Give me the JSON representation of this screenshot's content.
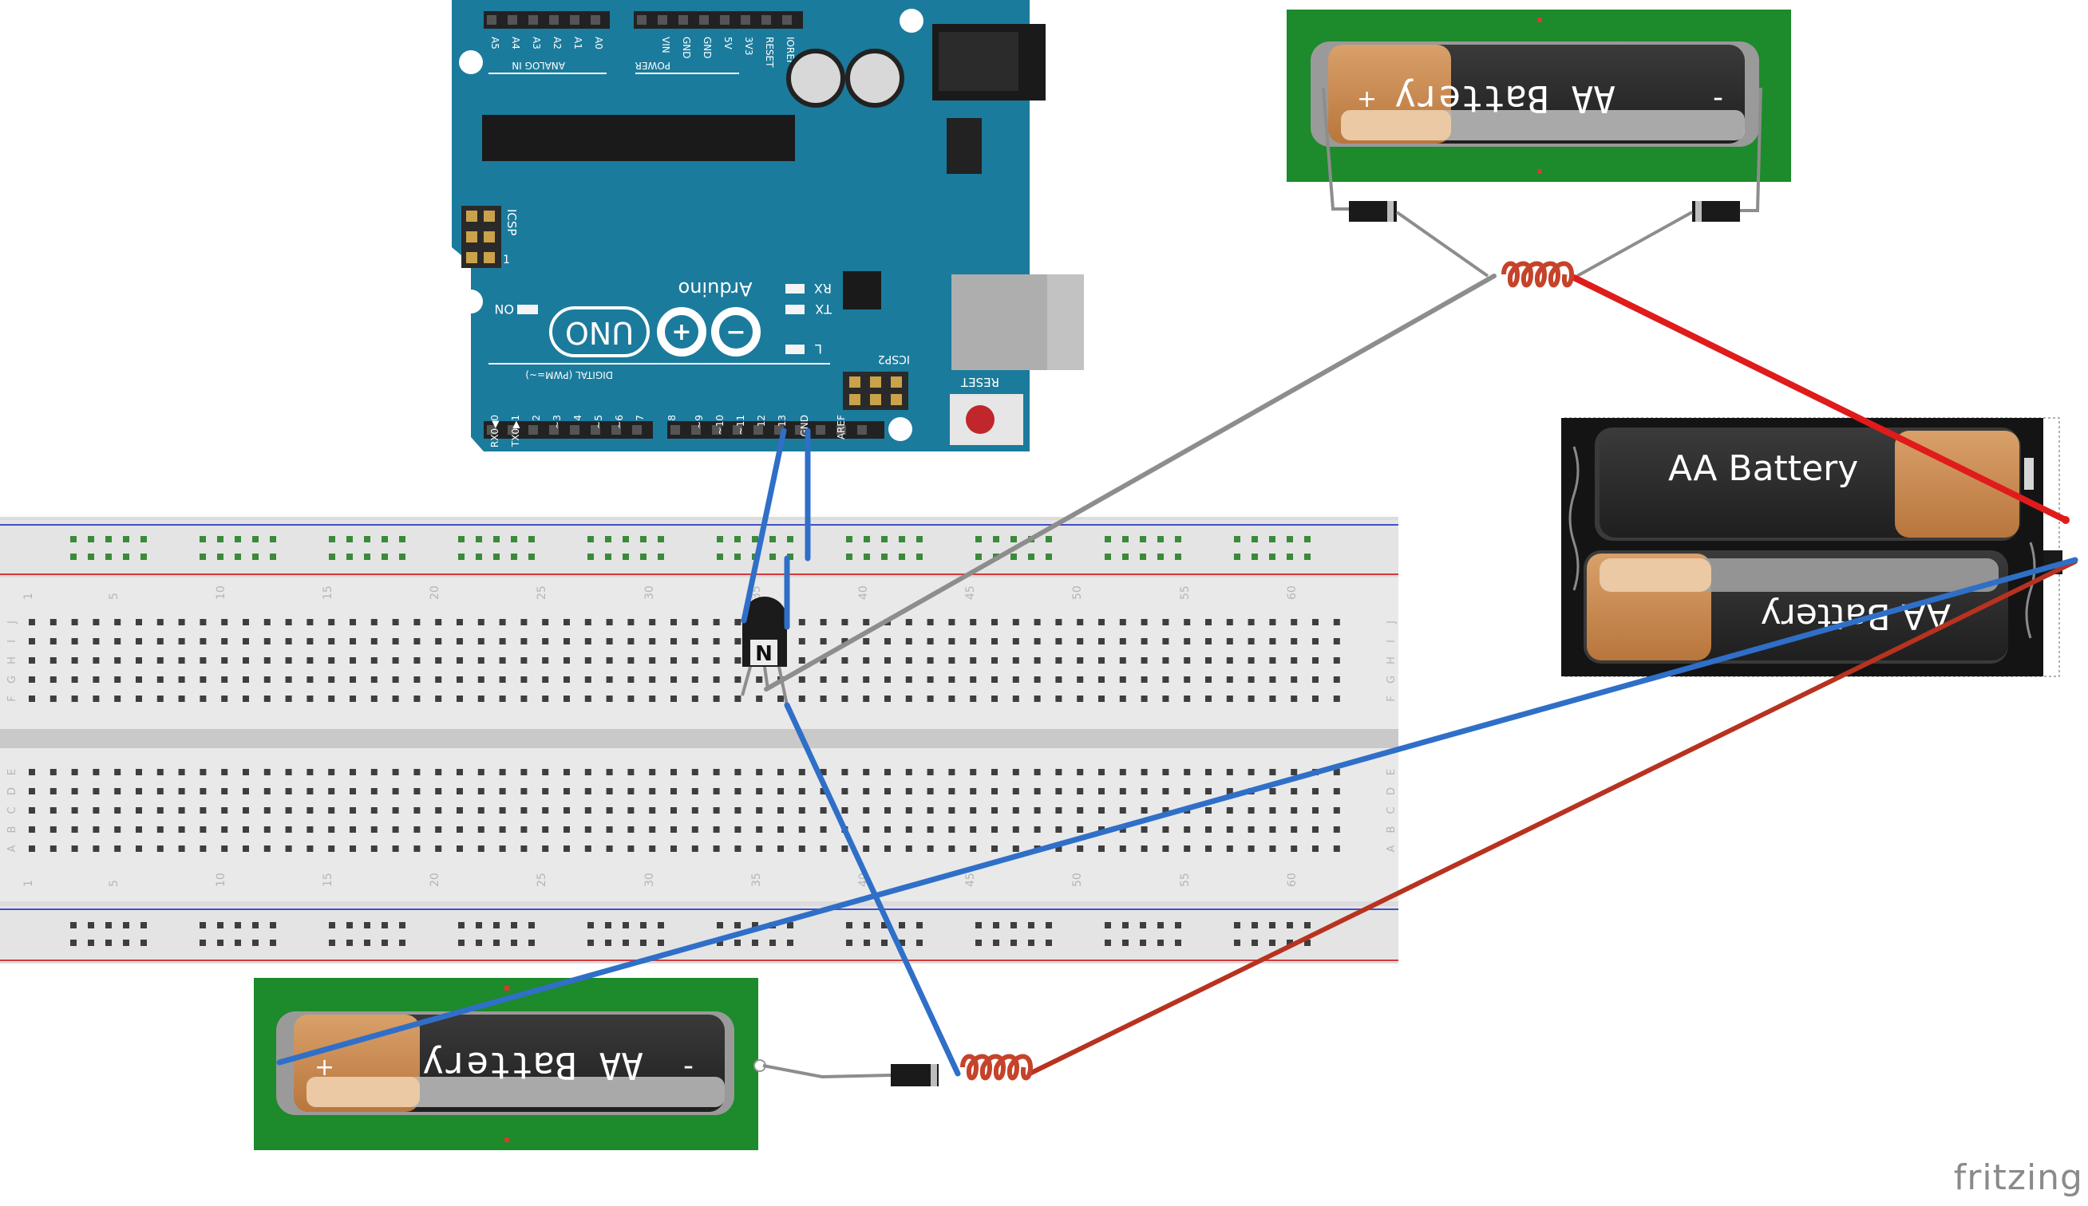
{
  "arduino": {
    "brand": "Arduino",
    "model": "UNO",
    "header_labels": {
      "analog_in": "ANALOG IN",
      "analog_pins": [
        "A0",
        "A1",
        "A2",
        "A3",
        "A4",
        "A5"
      ],
      "power": "POWER",
      "power_pins": [
        "IOREF",
        "RESET",
        "3V3",
        "5V",
        "GND",
        "GND",
        "VIN"
      ],
      "digital": "DIGITAL (PWM=~)",
      "digital_pins": [
        "AREF",
        "GND",
        "13",
        "12",
        "~11",
        "~10",
        "~9",
        "8",
        "7",
        "~6",
        "~5",
        "4",
        "~3",
        "2",
        "TX0▶1",
        "RX0◀0"
      ],
      "icsp": "ICSP",
      "icsp2": "ICSP2",
      "reset": "RESET",
      "on": "ON",
      "tx": "TX",
      "rx": "RX",
      "l": "L",
      "one": "1"
    }
  },
  "breadboard": {
    "column_numbers": [
      "1",
      "5",
      "10",
      "15",
      "20",
      "25",
      "30",
      "35",
      "40",
      "45",
      "50",
      "55",
      "60"
    ],
    "row_letters_top": [
      "J",
      "I",
      "H",
      "G",
      "F"
    ],
    "row_letters_bottom": [
      "E",
      "D",
      "C",
      "B",
      "A"
    ],
    "transistor_label": "N"
  },
  "batteries": {
    "top": {
      "label": "AA Battery",
      "plus": "+",
      "minus": "-"
    },
    "bottom": {
      "label": "AA Battery",
      "plus": "+",
      "minus": "-"
    },
    "holder_upper": {
      "label": "AA Battery"
    },
    "holder_lower": {
      "label": "AA Battery"
    }
  },
  "footer": {
    "brand": "fritzing"
  },
  "colors": {
    "arduino_blue": "#1a7a9a",
    "pcb_green": "#1d8a2b",
    "wire_blue": "#2f6fc8",
    "wire_red": "#e01b1b",
    "wire_darkred": "#b83220",
    "wire_gray": "#8d8d8d",
    "battery_copper": "#c88c52",
    "battery_body": "#2a2a2a"
  }
}
